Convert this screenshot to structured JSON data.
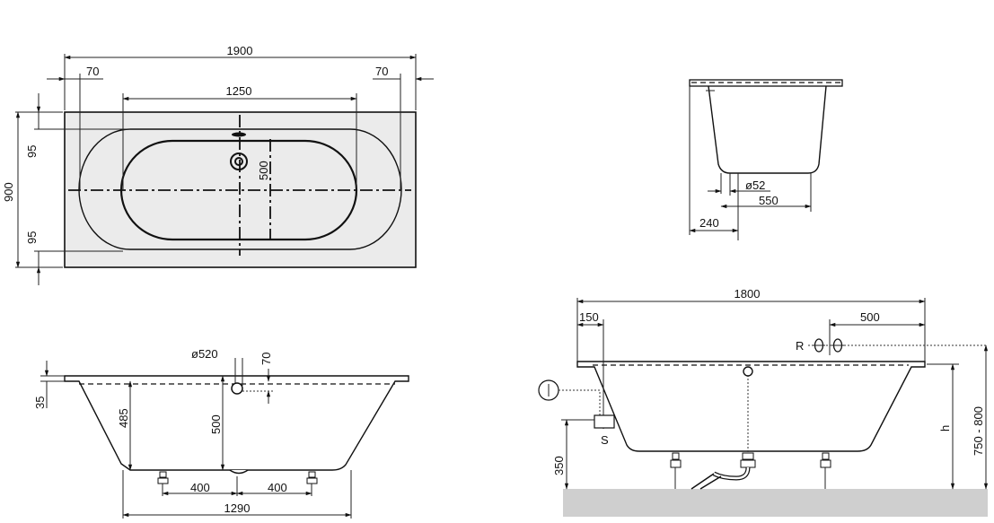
{
  "colors": {
    "background": "#ffffff",
    "line": "#111111",
    "tub_fill": "#ebebeb",
    "floor_fill": "#cfcfcf"
  },
  "dimensions": {
    "top_view": {
      "overall_length": "1900",
      "rim_left": "70",
      "rim_right": "70",
      "inner_length": "1250",
      "inner_width": "500",
      "overall_width": "900",
      "rim_top": "95",
      "rim_bottom": "95"
    },
    "end_view": {
      "drain_diameter": "ø52",
      "base_width": "550",
      "drain_offset": "240"
    },
    "side_view_left": {
      "overflow_diameter": "ø520",
      "overflow_offset": "70",
      "rim_height": "35",
      "depth": "485",
      "drain_depth": "500",
      "foot_left": "400",
      "foot_right": "400",
      "base_length": "1290"
    },
    "side_view_right": {
      "length": "1800",
      "overflow_distance": "150",
      "tap_distance": "500",
      "tap_label": "R",
      "waste_label": "S",
      "variable_height": "h",
      "total_height": "750 - 800",
      "base_height": "350"
    }
  }
}
